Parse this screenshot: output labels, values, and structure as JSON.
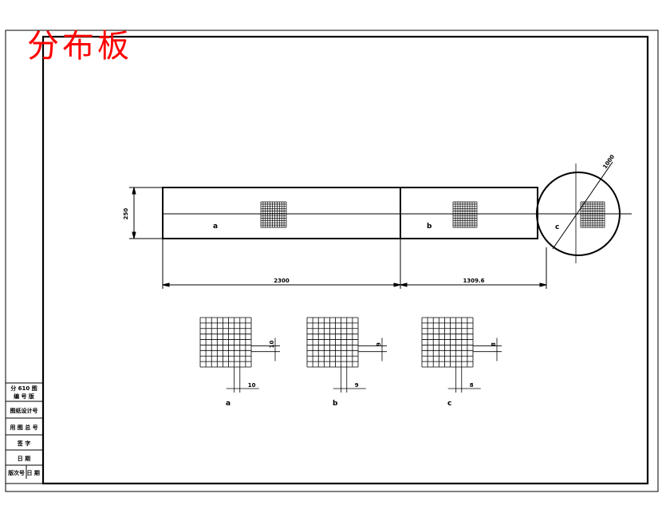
{
  "drawing": {
    "title": "分布板",
    "colors": {
      "line": "#000000",
      "title": "#ff0000",
      "background": "#ffffff"
    }
  },
  "main_view": {
    "height_dim": "250",
    "length_a": "2300",
    "length_b": "1309.6",
    "diameter": "1000",
    "section_a": "a",
    "section_b": "b",
    "section_c": "c"
  },
  "details": [
    {
      "label": "a",
      "pitch": "10",
      "vertical_dim": "10"
    },
    {
      "label": "b",
      "pitch": "9",
      "vertical_dim": "9"
    },
    {
      "label": "c",
      "pitch": "8",
      "vertical_dim": "8"
    }
  ],
  "title_block": {
    "rows": [
      "分 610 图",
      "编 号 版",
      "图纸设计号",
      "用 图 总 号",
      "签 字",
      "日 期",
      "版次号 日 期"
    ]
  }
}
